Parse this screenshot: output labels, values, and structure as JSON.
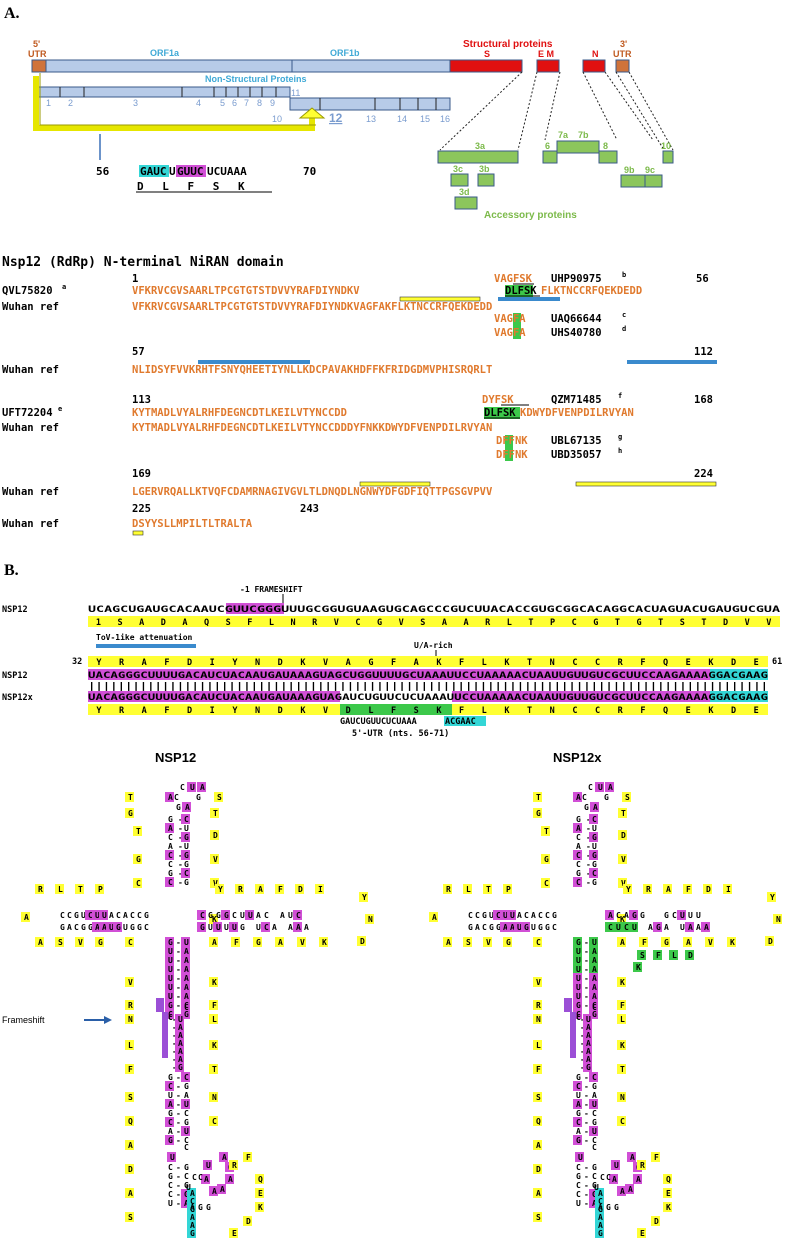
{
  "panel_a_label": "A.",
  "panel_b_label": "B.",
  "genome": {
    "utr5": [
      "5'",
      "UTR"
    ],
    "utr3": [
      "3'",
      "UTR"
    ],
    "orf1a": "ORF1a",
    "orf1b": "ORF1b",
    "structural_title": "Structural proteins",
    "s": "S",
    "em": "E M",
    "n": "N",
    "nonstructural_title": "Non-Structural Proteins",
    "nsp_nums_a": [
      "1",
      "2",
      "3",
      "4",
      "5",
      "6",
      "7",
      "8",
      "9"
    ],
    "nsp11": "11",
    "nsp10": "10",
    "nsp12": "12",
    "nsp_nums_b": [
      "13",
      "14",
      "15",
      "16"
    ],
    "accessory": [
      "3a",
      "3c",
      "3b",
      "3d",
      "6",
      "7a",
      "7b",
      "8",
      "9b",
      "9c",
      "10"
    ],
    "accessory_title": "Accessory proteins",
    "utr_seq": {
      "start": "56",
      "s1": "GAUC",
      "s2": "U",
      "s3": "GUUC",
      "s4": "UCUAAA",
      "end": "70",
      "aa": "D L F S K"
    }
  },
  "colors": {
    "orange": "#e07a2e",
    "darkred": "#a01010",
    "magenta": "#d14fd6",
    "yellow": "#ffff33",
    "green": "#3cc84a",
    "cyan": "#33d6d6",
    "blue_bar": "#b7cbe8",
    "blue_text": "#3fa9d6",
    "red": "#e01010",
    "acc_green": "#8cc65c"
  },
  "niran": {
    "title": "Nsp12 (RdRp) N-terminal NiRAN domain",
    "rows": [
      {
        "label": "",
        "num_left": "1",
        "num_right": "56"
      },
      {
        "label": "QVL75820",
        "sup": "a",
        "seq": "VFKRVCGVSAARLTPCGTGTSTDVVYRAFDIYNDKV",
        "seq2": "DLFSK",
        "seq3": "FLKTNCCRFQEKDEDD"
      },
      {
        "label": "Wuhan ref",
        "seq": "VFKRVCGVSAARLTPCGTGTSTDVVYRAFDIYNDKVAGFAKFLKTNCCRFQEKDEDD"
      },
      {
        "top_seq": "VAGFSK",
        "top_acc": "UHP90975",
        "top_sup": "b"
      },
      {
        "var1": "VAGFA",
        "acc1": "UAQ66644",
        "sup1": "c"
      },
      {
        "var2": "VAGFA",
        "acc2": "UHS40780",
        "sup2": "d"
      },
      {
        "num_left": "57",
        "num_right": "112"
      },
      {
        "label": "Wuhan ref",
        "seq": "NLIDSYFVVKRHTFSNYQHEETIYNLLKDCPAVAKHDFFKFRIDGDMVPHISRQRLT"
      },
      {
        "num_left": "113",
        "num_right": "168"
      },
      {
        "top_seq": "DYFSK",
        "top_acc": "QZM71485",
        "top_sup": "f"
      },
      {
        "label": "UFT72204",
        "sup": "e",
        "seq": "KYTMADLVYALRHFDEGNCDTLKEILVTYNCCDD",
        "seq2": "DLFSK",
        "seq3": "KDWYDFVENPDILRVYAN"
      },
      {
        "label": "Wuhan ref",
        "seq": "KYTMADLVYALRHFDEGNCDTLKEILVTYNCCDDDYFNKKDWYDFVENPDILRVYAN"
      },
      {
        "var1": "DFFNK",
        "acc1": "UBL67135",
        "sup1": "g"
      },
      {
        "var2": "DFFNK",
        "acc2": "UBD35057",
        "sup2": "h"
      },
      {
        "num_left": "169",
        "num_right": "224"
      },
      {
        "label": "Wuhan ref",
        "seq": "LGERVRQALLKTVQFCDAMRNAGIVGVLTLDNQDLNGNWYDFGDFIQTTPGSGVPVV"
      },
      {
        "num_left": "225",
        "num_right": "243"
      },
      {
        "label": "Wuhan ref",
        "seq": "DSYYSLLMPILTLTRALTA"
      }
    ]
  },
  "frameshift": {
    "fs_label": "-1 FRAMESHIFT",
    "nsp12": "NSP12",
    "nsp12x": "NSP12x",
    "row1_nt": "UCAGCUGAUGCACAAUCGUUCGGGUUUGCGGUGUAAGUGCAGCCCGUCUUACACCGUGCGGCACAGGCACUAGUACUGAUGUCGUA",
    "row1_aa": [
      "1",
      "S",
      "A",
      "D",
      "A",
      "Q",
      "S",
      "F",
      "L",
      "N",
      "R",
      "V",
      "C",
      "G",
      "V",
      "S",
      "A",
      "A",
      "R",
      "L",
      "T",
      "P",
      "C",
      "G",
      "T",
      "G",
      "T",
      "S",
      "T",
      "D",
      "V",
      "V"
    ],
    "tov_label": "ToV-1ike attenuation",
    "ua_label": "U/A-rich",
    "num32": "32",
    "num61": "61",
    "aa2": [
      "Y",
      "R",
      "A",
      "F",
      "D",
      "I",
      "Y",
      "N",
      "D",
      "K",
      "V",
      "A",
      "G",
      "F",
      "A",
      "K",
      "F",
      "L",
      "K",
      "T",
      "N",
      "C",
      "C",
      "R",
      "F",
      "Q",
      "E",
      "K",
      "D",
      "E"
    ],
    "nsp12_nt": "UACAGGGCUUUUGACAUCUACAAUGAUAAAGUAGCUGGUUUUGCUAAAUUCCUAAAAACUAAUUGUUGUCGCUUCCAAGAAAAGGACGAAG",
    "nsp12x_nt": "UACAGGGCUUUUGACAUCUACAAUGAUAAAGUAGAUCUGUUCUCUAAAUUCCUAAAAACUAAUUGUUGUCGCUUCCAAGAAAAGGACGAAG",
    "aa3": [
      "Y",
      "R",
      "A",
      "F",
      "D",
      "I",
      "Y",
      "N",
      "D",
      "K",
      "V",
      "D",
      "L",
      "F",
      "S",
      "K",
      "F",
      "L",
      "K",
      "T",
      "N",
      "C",
      "C",
      "R",
      "F",
      "Q",
      "E",
      "K",
      "D",
      "E"
    ],
    "utr_line": "GAUCUGUUCUCUAAA",
    "utr_line2": "ACGAAC",
    "utr_caption": "5'-UTR (nts. 56-71)"
  },
  "structures": {
    "left_title": "NSP12",
    "right_title": "NSP12x",
    "frameshift_label": "Frameshift"
  }
}
